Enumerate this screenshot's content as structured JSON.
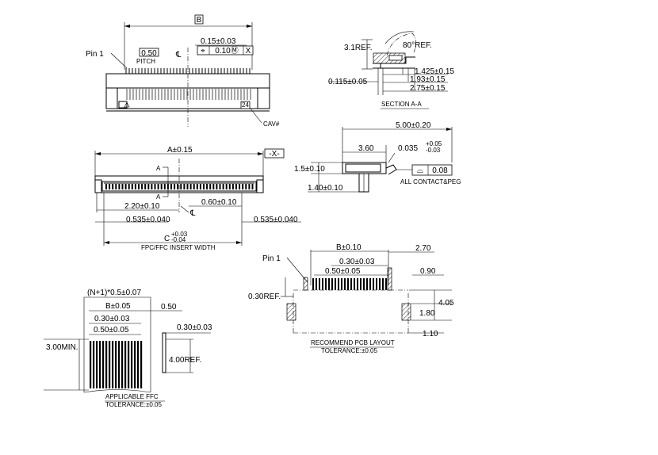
{
  "top_view": {
    "dim_b": "B",
    "pin1": "Pin 1",
    "pitch_value": "0.50",
    "pitch_label": "PITCH",
    "centerline": "℄",
    "tol_value": "0.15±0.03",
    "fcf_position": "⌖",
    "fcf_value": "0.10Ⓜ",
    "fcf_datum": "X",
    "cav_mark": "24",
    "cav_label": "CAV#"
  },
  "section_view": {
    "ref_31": "3.1REF.",
    "angle": "80°REF.",
    "dim_0115": "0.115±0.05",
    "dim_1425": "1.425±0.15",
    "dim_193": "1.93±0.15",
    "dim_275": "2.75±0.15",
    "title": "SECTION A-A"
  },
  "front_view": {
    "dim_a": "A±0.15",
    "datum_x": "-X-",
    "section_a_top": "A",
    "section_a_bottom": "A",
    "dim_220": "2.20±0.10",
    "dim_060": "0.60±0.10",
    "centerline": "℄",
    "dim_0535_left": "0.535±0.040",
    "dim_0535_right": "0.535±0.040",
    "dim_c": "C",
    "dim_c_plus": "+0.03",
    "dim_c_minus": "-0.04",
    "insert_label": "FPC/FFC INSERT WIDTH"
  },
  "side_view": {
    "dim_500": "5.00±0.20",
    "dim_360": "3.60",
    "dim_0035": "0.035",
    "dim_0035_plus": "+0.05",
    "dim_0035_minus": "-0.03",
    "dim_15": "1.5±0.10",
    "dim_140": "1.40±0.10",
    "flatness_symbol": "⌓",
    "flatness_value": "0.08",
    "note": "ALL CONTACT&PEG"
  },
  "pcb_layout": {
    "dim_b": "B±0.10",
    "dim_270": "2.70",
    "pin1": "Pin 1",
    "dim_030": "0.30±0.03",
    "dim_050": "0.50±0.05",
    "dim_090": "0.90",
    "dim_030ref": "0.30REF.",
    "dim_405": "4.05",
    "dim_180": "1.80",
    "dim_110": "1.10",
    "title": "RECOMMEND PCB LAYOUT",
    "tolerance": "TOLERANCE:±0.05"
  },
  "ffc": {
    "dim_n1": "(N+1)*0.5±0.07",
    "dim_b": "B±0.05",
    "dim_050": "0.50",
    "dim_030": "0.30±0.03",
    "dim_050_pitch": "0.50±0.05",
    "dim_030_thick": "0.30±0.03",
    "dim_300": "3.00MIN.",
    "dim_400": "4.00REF.",
    "title": "APPLICABLE FFC",
    "tolerance": "TOLERANCE:±0.05"
  }
}
